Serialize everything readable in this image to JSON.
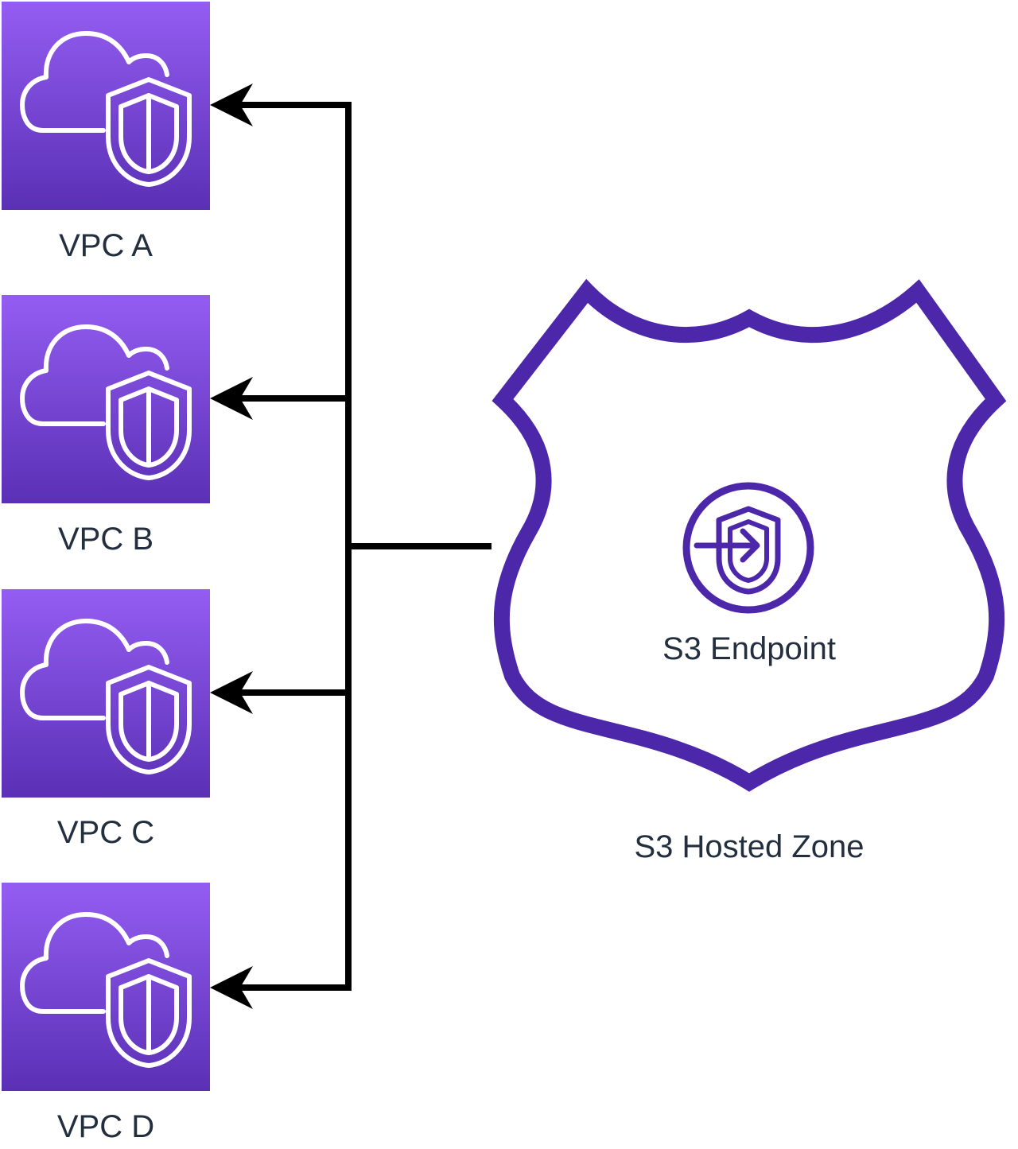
{
  "diagram": {
    "vpcs": [
      {
        "label": "VPC A"
      },
      {
        "label": "VPC B"
      },
      {
        "label": "VPC C"
      },
      {
        "label": "VPC D"
      }
    ],
    "hosted_zone": {
      "label": "S3 Hosted Zone",
      "endpoint_label": "S3 Endpoint"
    },
    "colors": {
      "vpc_gradient_top": "#945df2",
      "vpc_gradient_bottom": "#5a30b5",
      "shield_stroke": "#4d27aa",
      "connector": "#000000",
      "text": "#232f3e"
    },
    "icons": {
      "vpc": "vpc-cloud-shield-icon",
      "endpoint": "vpc-endpoint-icon",
      "zone": "shield-icon"
    }
  }
}
